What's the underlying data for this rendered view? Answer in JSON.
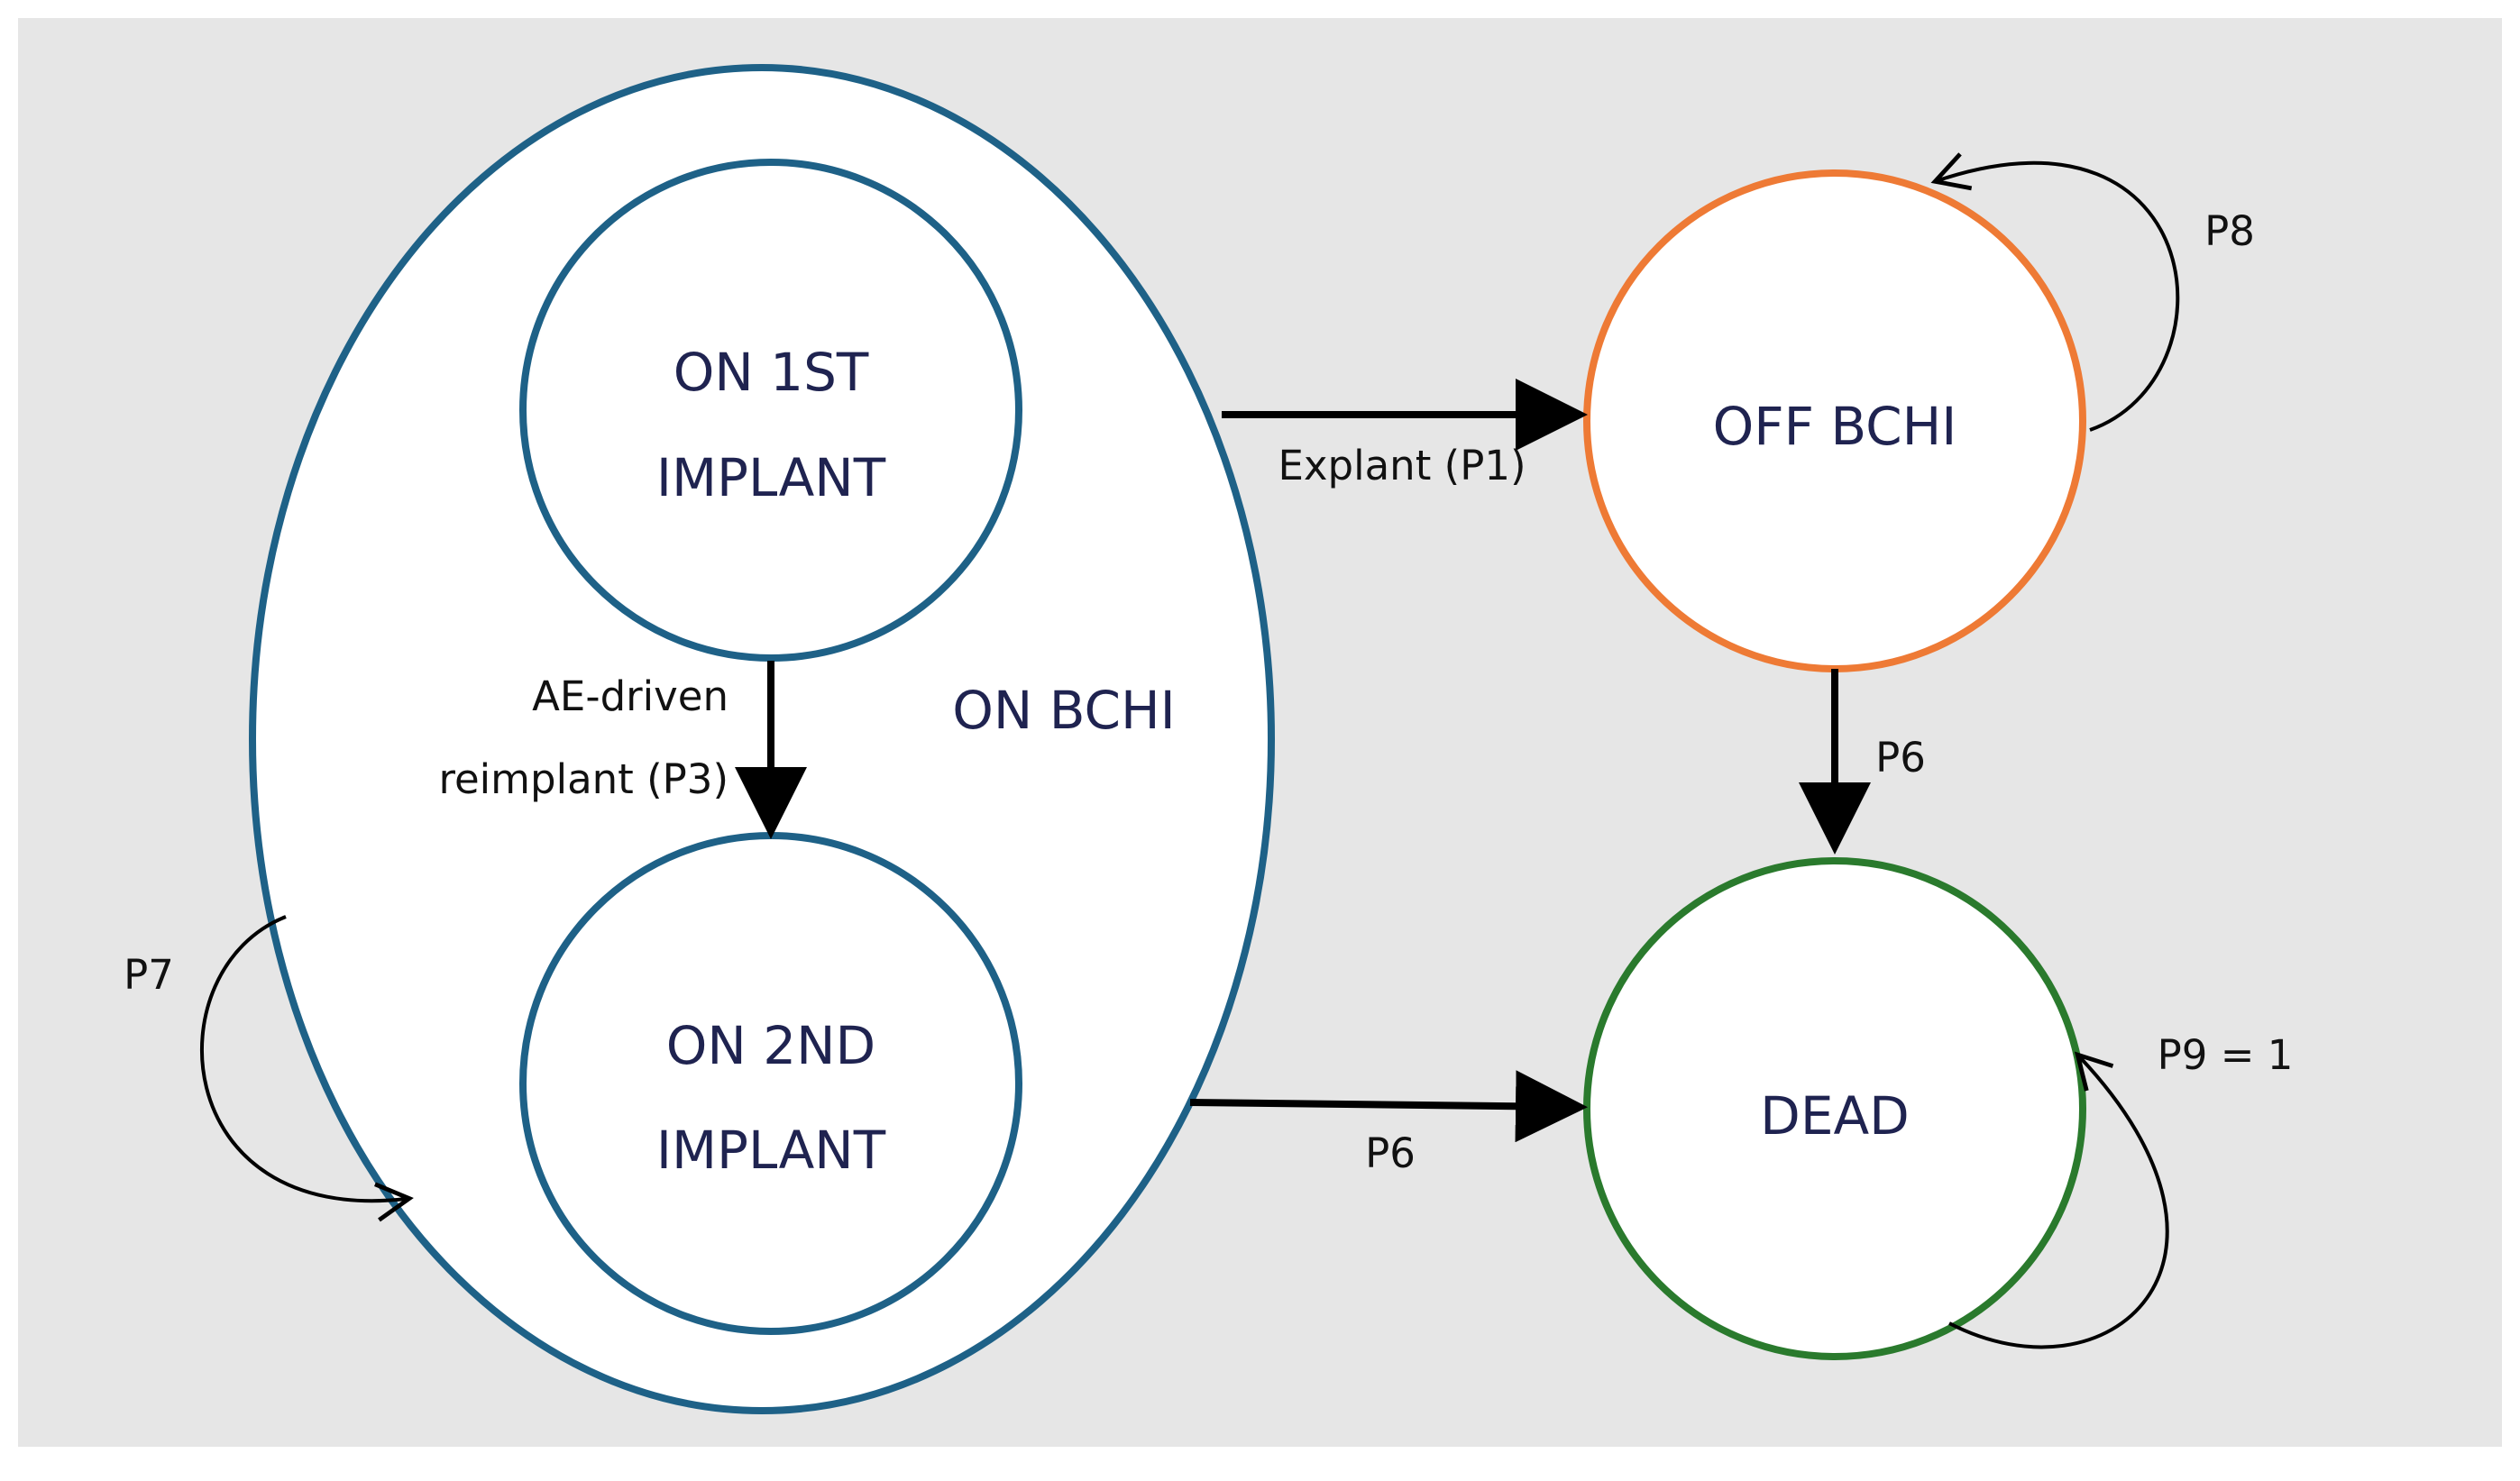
{
  "colors": {
    "background": "#e6e6e6",
    "on_bchi_state": "#1e6187",
    "off_bchi_state": "#ee7a35",
    "dead_state": "#2a7a2d",
    "state_text": "#1f2350",
    "arrow": "#000000",
    "label_text": "#111111"
  },
  "states": {
    "on_bchi": {
      "label": "ON BCHI"
    },
    "on_first_implant": {
      "line1": "ON 1ST",
      "line2": "IMPLANT"
    },
    "on_second_implant": {
      "line1": "ON 2ND",
      "line2": "IMPLANT"
    },
    "off_bchi": {
      "label": "OFF BCHI"
    },
    "dead": {
      "label": "DEAD"
    }
  },
  "transitions": {
    "explant": {
      "label": "Explant (P1)"
    },
    "reimplant": {
      "line1": "AE-driven",
      "line2": "reimplant (P3)"
    },
    "on_to_dead": {
      "label": "P6"
    },
    "off_to_dead": {
      "label": "P6"
    },
    "loop_on_bchi": {
      "label": "P7"
    },
    "loop_off_bchi": {
      "label": "P8"
    },
    "loop_dead": {
      "label": "P9 = 1"
    }
  }
}
